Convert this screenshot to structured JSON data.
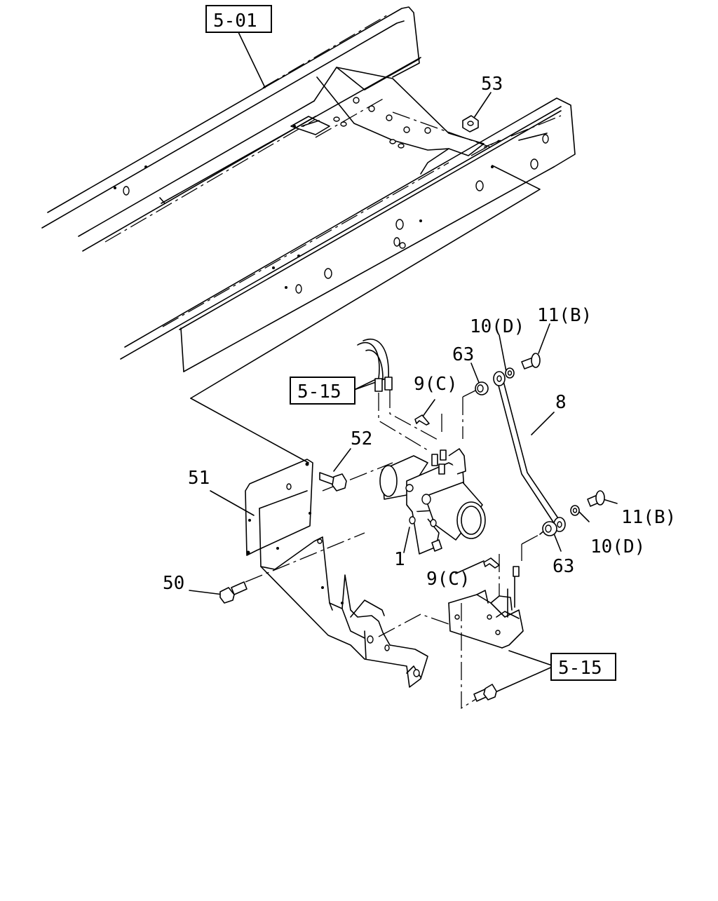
{
  "callouts": {
    "ref_5_01": "5-01",
    "ref_5_15_upper": "5-15",
    "ref_5_15_lower": "5-15",
    "part_53": "53",
    "part_10d_upper": "10(D)",
    "part_11b_upper": "11(B)",
    "part_63_upper": "63",
    "part_9c_upper": "9(C)",
    "part_8": "8",
    "part_52": "52",
    "part_51": "51",
    "part_11b_lower": "11(B)",
    "part_10d_lower": "10(D)",
    "part_1": "1",
    "part_63_lower": "63",
    "part_9c_lower": "9(C)",
    "part_50": "50"
  }
}
